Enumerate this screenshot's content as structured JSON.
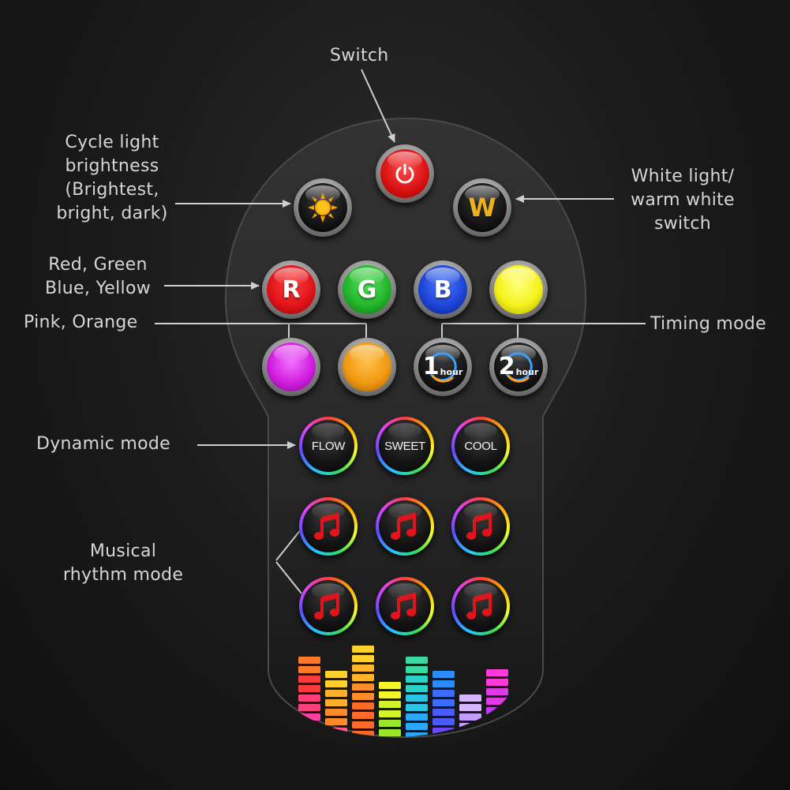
{
  "labels": {
    "switch": "Switch",
    "cycle_line1": "Cycle light",
    "cycle_line2": "brightness",
    "cycle_line3": "(Brightest,",
    "cycle_line4": "bright, dark)",
    "white_line1": "White light/",
    "white_line2": "warm white",
    "white_line3": "switch",
    "rgby_line1": "Red, Green",
    "rgby_line2": "Blue, Yellow",
    "pink_orange": "Pink, Orange",
    "timing": "Timing mode",
    "dynamic": "Dynamic mode",
    "music_line1": "Musical",
    "music_line2": "rhythm mode"
  },
  "buttons": {
    "white": "W",
    "red": "R",
    "green": "G",
    "blue": "B",
    "timer1_num": "1",
    "timer1_unit": "hour",
    "timer2_num": "2",
    "timer2_unit": "hour",
    "flow": "FLOW",
    "sweet": "SWEET",
    "cool": "COOL"
  },
  "colors": {
    "power": "#e01616",
    "red": "#e3141a",
    "green": "#23b62b",
    "blue": "#1d45d8",
    "yellow": "#f4f21a",
    "pink": "#d21ee0",
    "orange": "#f29a12",
    "note": "#e0141a",
    "white_letter": "#f0b01c"
  },
  "icons": {
    "power": "power-icon",
    "brightness": "sun-icon",
    "music": "music-note-icon",
    "timer": "clock-arrow-icon",
    "equalizer": "equalizer-bars-graphic"
  }
}
